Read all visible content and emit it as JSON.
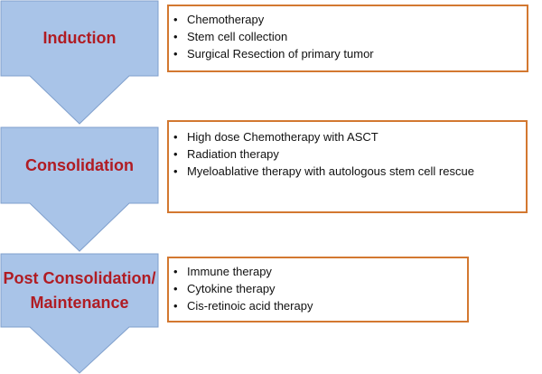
{
  "stages": [
    {
      "label_lines": [
        "Induction"
      ],
      "items": [
        "Chemotherapy",
        "Stem cell collection",
        "Surgical Resection of primary tumor"
      ]
    },
    {
      "label_lines": [
        "Consolidation"
      ],
      "items": [
        "High dose Chemotherapy with ASCT",
        "Radiation therapy",
        "Myeloablative therapy with autologous stem cell rescue"
      ]
    },
    {
      "label_lines": [
        "Post Consolidation/",
        "Maintenance"
      ],
      "items": [
        "Immune therapy",
        "Cytokine therapy",
        "Cis-retinoic acid therapy"
      ]
    }
  ],
  "bullet_glyph": "•",
  "colors": {
    "arrow_fill": "#a9c4e8",
    "arrow_stroke": "#7f9fcc",
    "label_text": "#b01c23",
    "box_border": "#d37830"
  }
}
